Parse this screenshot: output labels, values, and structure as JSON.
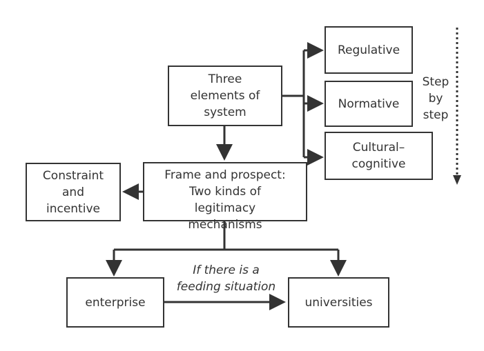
{
  "nodes": {
    "regulative": "Regulative",
    "normative": "Normative",
    "cultural": "Cultural–\ncognitive",
    "three_elements": "Three\nelements of\nsystem",
    "frame": "Frame and prospect:\nTwo kinds of\nlegitimacy\nmechanisms",
    "constraint": "Constraint\nand\nincentive",
    "enterprise": "enterprise",
    "universities": "universities"
  },
  "labels": {
    "step_by_step": "Step\nby\nstep",
    "feeding": "If there is a\nfeeding situation"
  },
  "colors": {
    "stroke": "#333333",
    "fill": "#ffffff"
  }
}
